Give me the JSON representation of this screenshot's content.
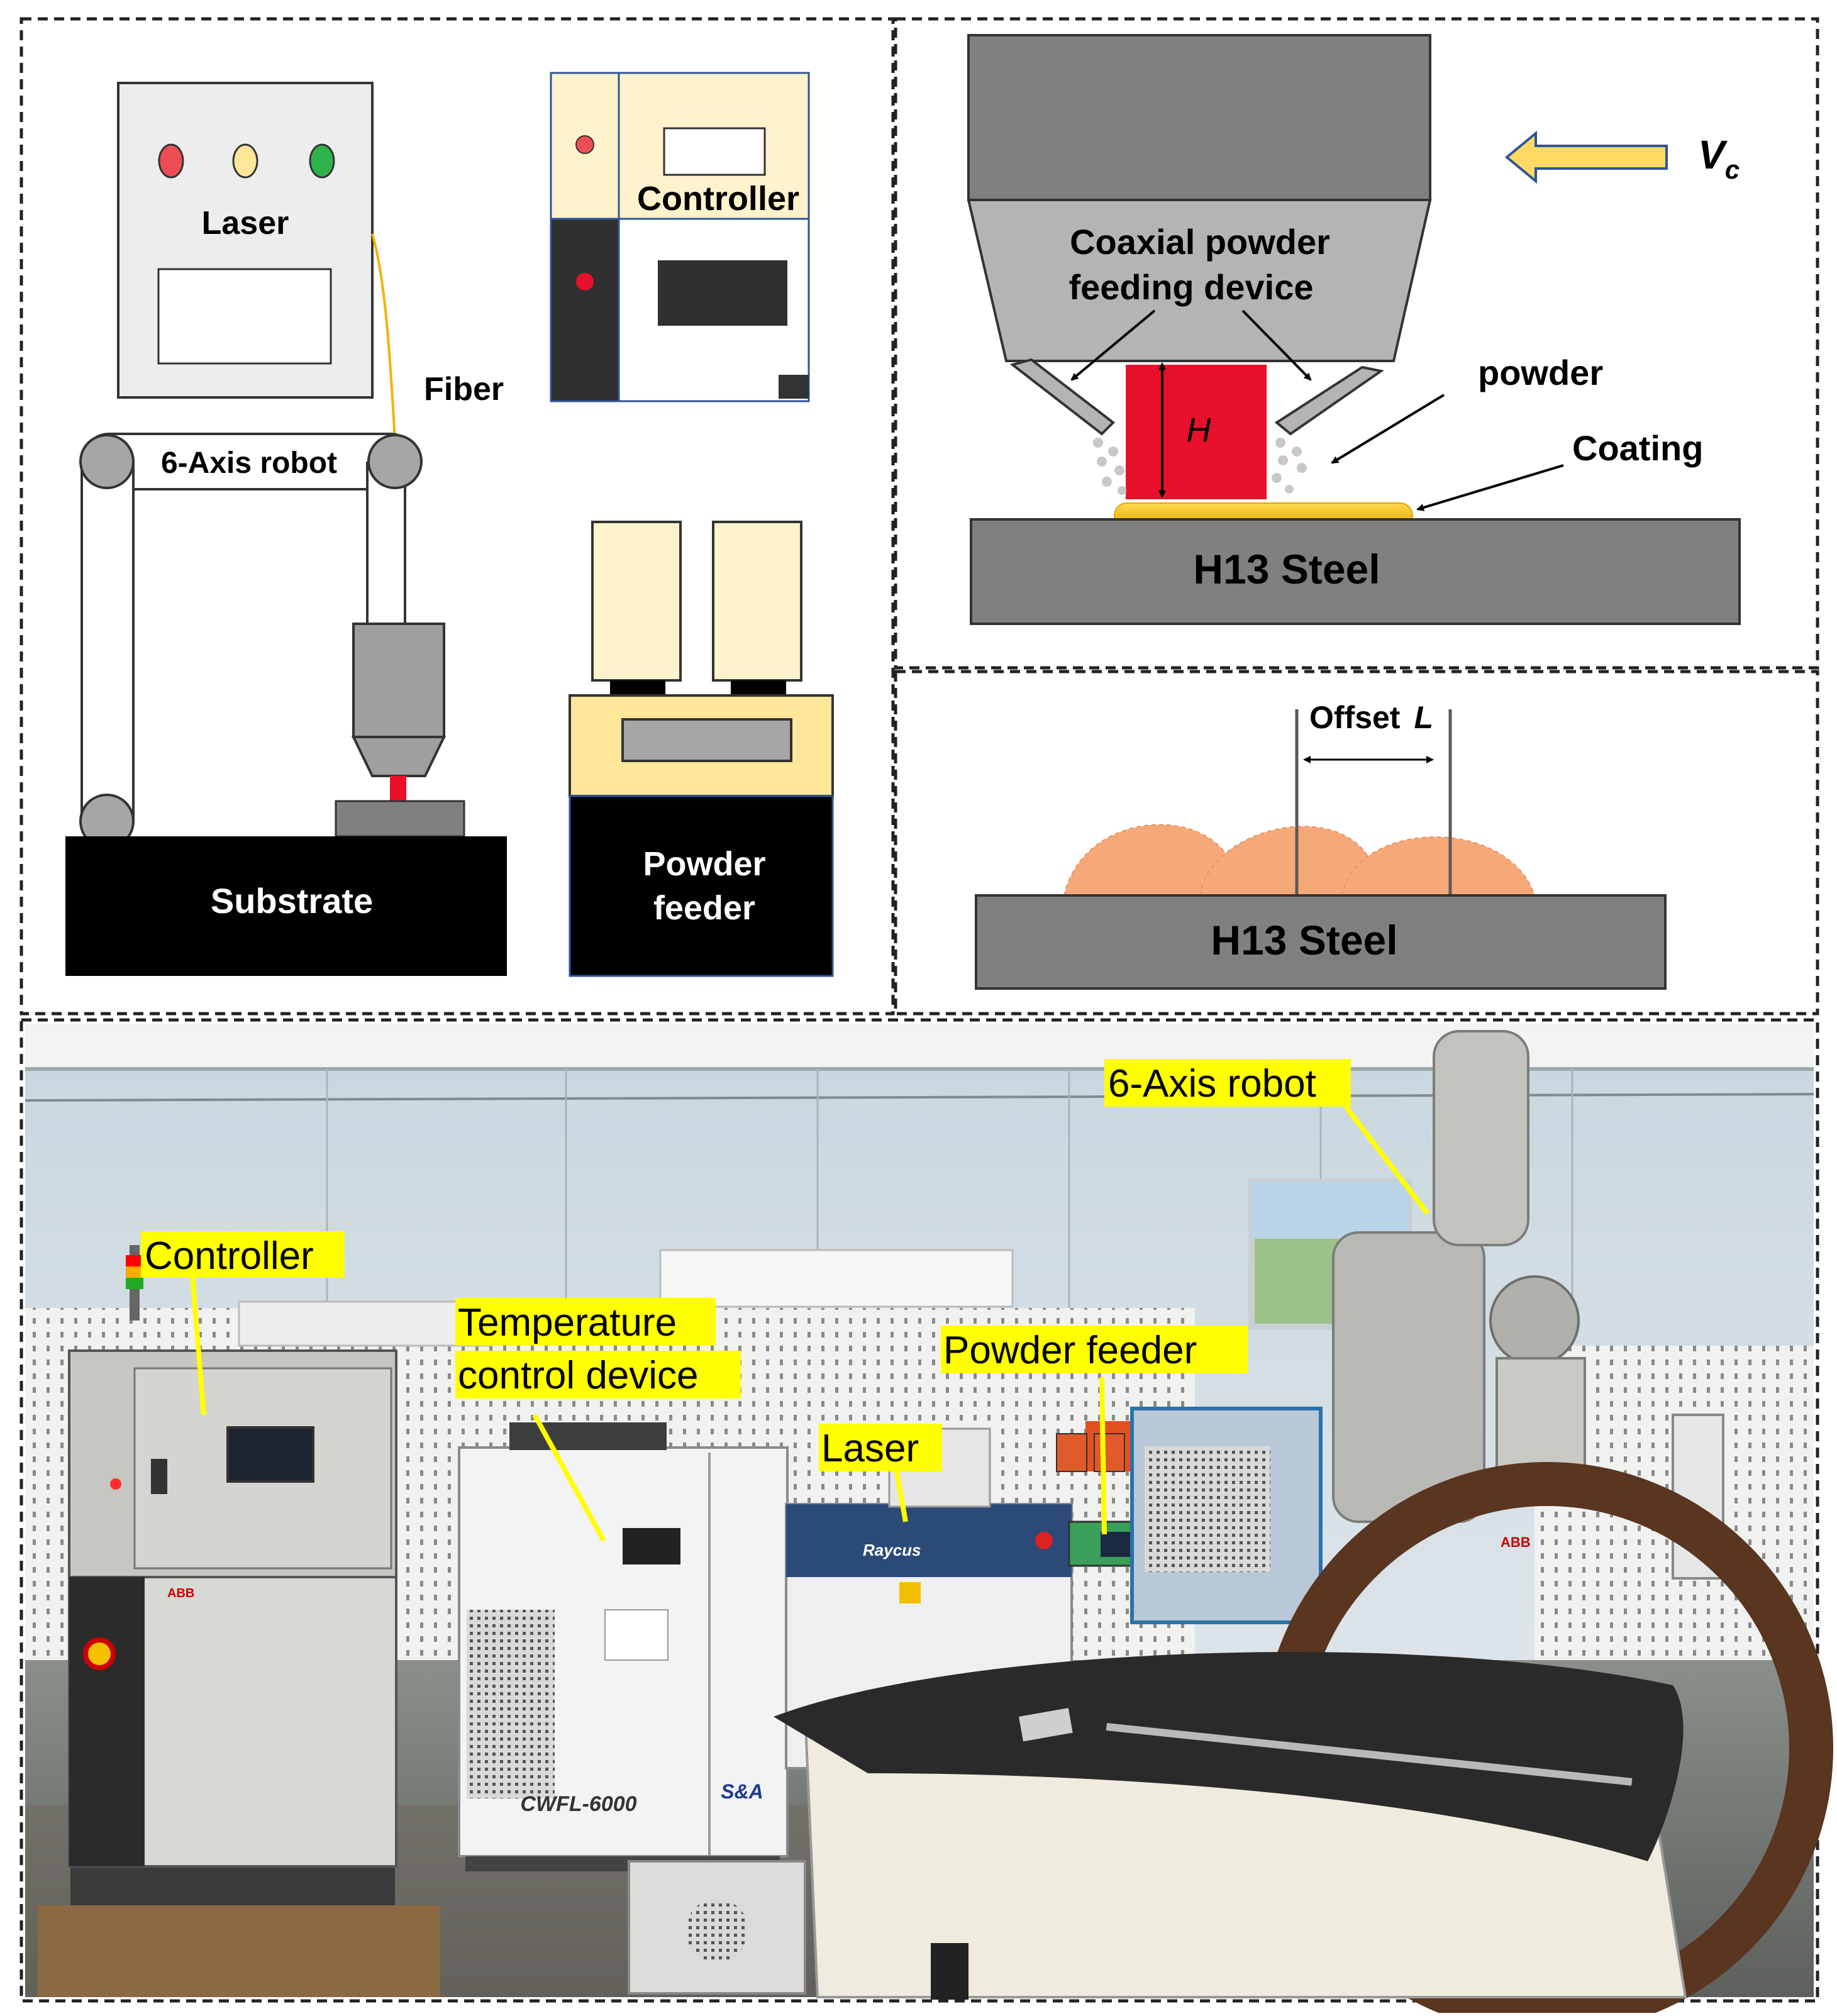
{
  "schematic": {
    "laser": "Laser",
    "controller": "Controller",
    "fiber": "Fiber",
    "robot": "6-Axis robot",
    "substrate": "Substrate",
    "powder_feeder_line1": "Powder",
    "powder_feeder_line2": "feeder"
  },
  "nozzle_detail": {
    "device_line1": "Coaxial powder",
    "device_line2": "feeding device",
    "speed_symbol": "V",
    "speed_subscript": "c",
    "powder": "powder",
    "coating": "Coating",
    "height_symbol": "H",
    "steel": "H13 Steel"
  },
  "overlap_detail": {
    "offset_label": "Offset",
    "offset_symbol": "L",
    "steel": "H13 Steel"
  },
  "photo": {
    "labels": {
      "robot": "6-Axis robot",
      "controller": "Controller",
      "temp_line1": "Temperature",
      "temp_line2": "control device",
      "powder_feeder": "Powder feeder",
      "laser": "Laser"
    },
    "equipment_text": {
      "chiller_model": "CWFL-6000",
      "chiller_brand": "S&A",
      "laser_brand": "Raycus",
      "cabinet_brand": "ABB",
      "robot_brand": "ABB"
    }
  },
  "colors": {
    "label_highlight": "#ffff00",
    "laser_beam": "#e8102a",
    "coating": "#f2b400",
    "clad_bead": "#f6a978",
    "steel": "#808080",
    "light_panel": "#fff2cc",
    "arrow": "#ffd966"
  }
}
